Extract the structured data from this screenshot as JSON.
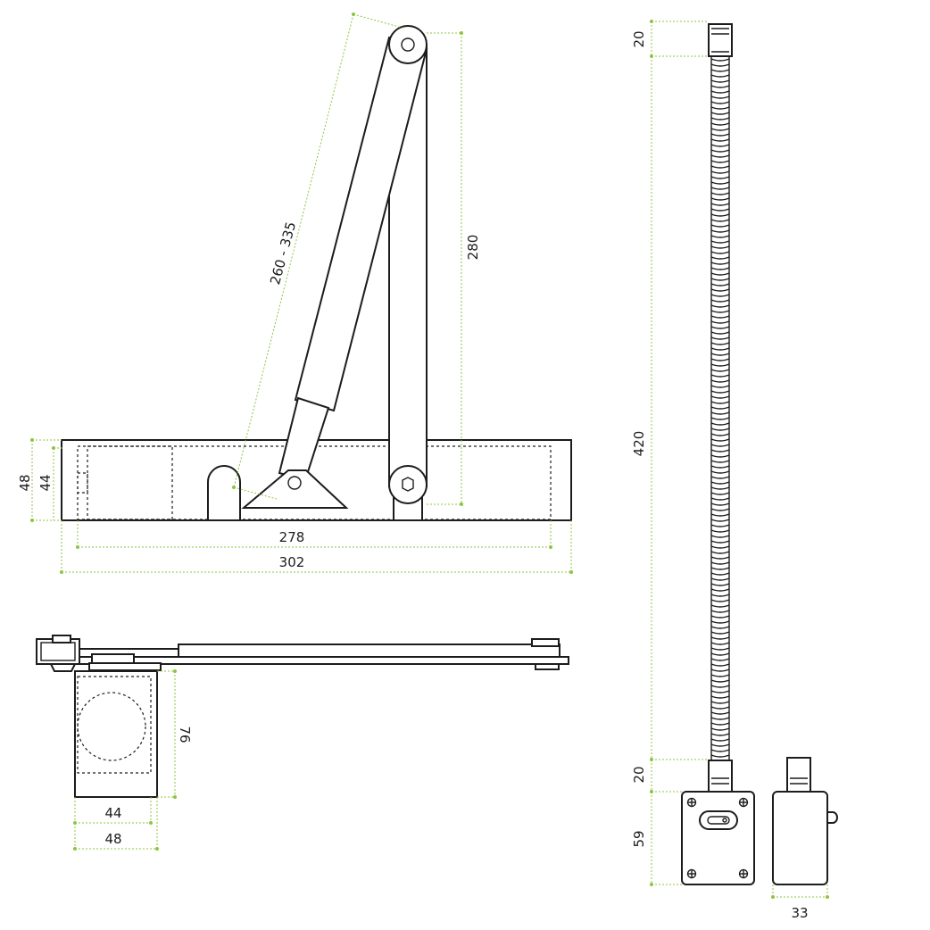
{
  "colors": {
    "ink": "#1c1c1c",
    "dimension": "#8cc63f",
    "background": "#ffffff"
  },
  "dimensions": {
    "arm_length": "260 - 335",
    "arm_height": "280",
    "body_height_outer": "48",
    "body_height_inner": "44",
    "body_length_inner": "278",
    "body_length_outer": "302",
    "bracket_depth": "76",
    "bracket_width_inner": "44",
    "bracket_width_outer": "48",
    "cable_top_end": "20",
    "cable_length": "420",
    "cable_bottom_end": "20",
    "box_height": "59",
    "box_depth": "33"
  }
}
